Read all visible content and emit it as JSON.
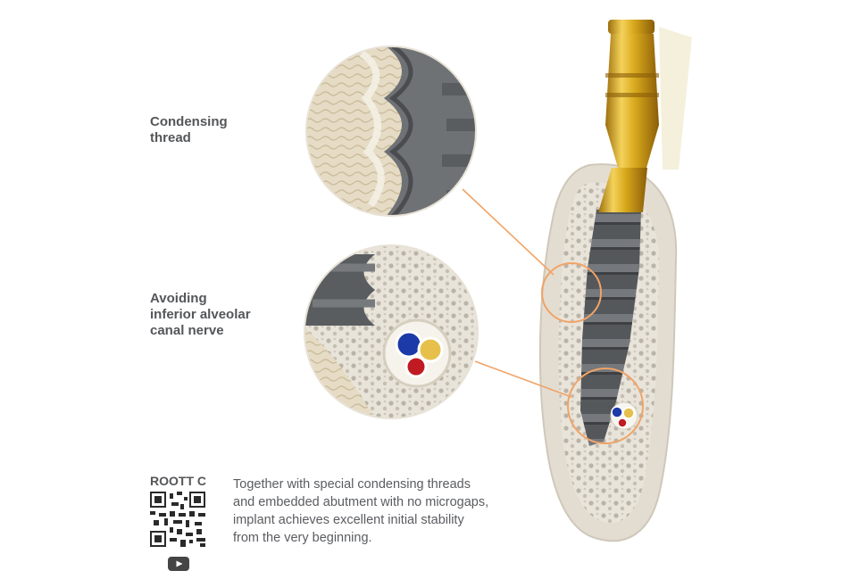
{
  "callouts": {
    "condensing_thread": "Condensing\nthread",
    "avoiding_nerve": "Avoiding\ninferior alveolar\ncanal nerve"
  },
  "product": {
    "name": "ROOTT C",
    "description": "Together with special condensing threads\nand embedded abutment with no microgaps,\nimplant achieves excellent initial stability\nfrom the very beginning."
  },
  "icons": [
    "qr-code-icon",
    "youtube-icon"
  ],
  "colors": {
    "label_text": "#545659",
    "callout_line": "#f0a467",
    "abutment_gold": "#d8a91c",
    "implant_gray": "#55585b",
    "bone": "#e6dcc6",
    "nerve_blue": "#1c3aa8",
    "nerve_yellow": "#e6c04a",
    "nerve_red": "#c01a22"
  }
}
